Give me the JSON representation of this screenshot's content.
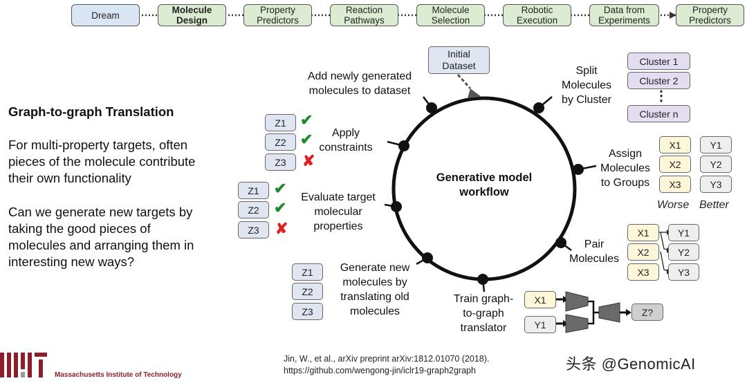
{
  "pipeline": [
    {
      "label": "Dream",
      "color": "#dbe6f4",
      "active": false
    },
    {
      "label": "Molecule\nDesign",
      "color": "#dcecd3",
      "active": true
    },
    {
      "label": "Property\nPredictors",
      "color": "#dcecd3",
      "active": false
    },
    {
      "label": "Reaction\nPathways",
      "color": "#dcecd3",
      "active": false
    },
    {
      "label": "Molecule\nSelection",
      "color": "#dcecd3",
      "active": false
    },
    {
      "label": "Robotic\nExecution",
      "color": "#dcecd3",
      "active": false
    },
    {
      "label": "Data from\nExperiments",
      "color": "#dcecd3",
      "active": false
    },
    {
      "label": "Property\nPredictors",
      "color": "#dcecd3",
      "active": false
    }
  ],
  "left": {
    "title": "Graph-to-graph Translation",
    "para1": "For multi-property targets, often\npieces of the molecule contribute\ntheir own functionality",
    "para2": "Can we generate new targets by\ntaking the good pieces of\nmolecules and arranging them in\ninteresting new ways?"
  },
  "center": {
    "label": "Generative model\nworkflow"
  },
  "steps": {
    "add": "Add newly generated\nmolecules to dataset",
    "split": "Split\nMolecules\nby Cluster",
    "assign": "Assign\nMolecules\nto Groups",
    "pair": "Pair\nMolecules",
    "train": "Train graph-\nto-graph\ntranslator",
    "generate": "Generate new\nmolecules by\ntranslating old\nmolecules",
    "evaluate": "Evaluate target\nmolecular\nproperties",
    "apply": "Apply\nconstraints"
  },
  "initial_dataset": "Initial\nDataset",
  "clusters": [
    "Cluster 1",
    "Cluster 2",
    "⋮",
    "Cluster n"
  ],
  "groups": {
    "x": [
      "X1",
      "X2",
      "X3"
    ],
    "y": [
      "Y1",
      "Y2",
      "Y3"
    ],
    "worse": "Worse",
    "better": "Better"
  },
  "pairs": {
    "x": [
      "X1",
      "X2",
      "X3"
    ],
    "y": [
      "Y1",
      "Y2",
      "Y3"
    ]
  },
  "translator": {
    "x": "X1",
    "y": "Y1",
    "z": "Z?"
  },
  "generated": [
    "Z1",
    "Z2",
    "Z3"
  ],
  "evaluated": {
    "items": [
      "Z1",
      "Z2",
      "Z3"
    ],
    "marks": [
      "✔",
      "✔",
      "✘"
    ]
  },
  "constrained": {
    "items": [
      "Z1",
      "Z2",
      "Z3"
    ],
    "marks": [
      "✔",
      "✔",
      "✘"
    ]
  },
  "citation": "Jin, W., et al., arXiv preprint arXiv:1812.01070 (2018).\nhttps://github.com/wengong-jin/iclr19-graph2graph",
  "logo_text": "Massachusetts Institute of Technology",
  "watermark": "头条 @GenomicAI",
  "colors": {
    "check": "#1f8a2b",
    "cross": "#e01f1f",
    "mit": "#8a1f2b"
  }
}
